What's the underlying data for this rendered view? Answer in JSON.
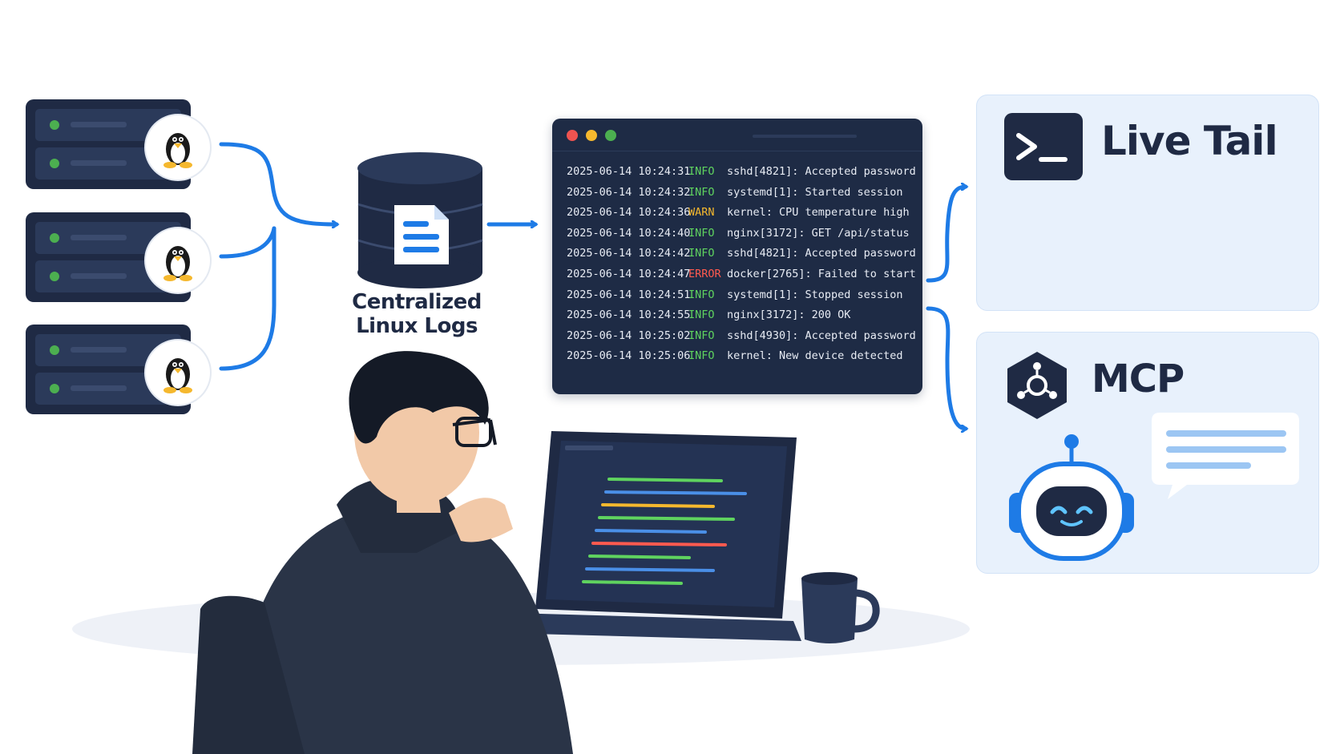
{
  "hub": {
    "caption_line1": "Centralized",
    "caption_line2": "Linux Logs"
  },
  "terminal": {
    "logs": [
      {
        "time": "2025-06-14 10:24:31",
        "level": "INFO",
        "message": "sshd[4821]: Accepted password"
      },
      {
        "time": "2025-06-14 10:24:32",
        "level": "INFO",
        "message": "systemd[1]: Started session"
      },
      {
        "time": "2025-06-14 10:24:36",
        "level": "WARN",
        "message": "kernel: CPU temperature high"
      },
      {
        "time": "2025-06-14 10:24:40",
        "level": "INFO",
        "message": "nginx[3172]: GET /api/status"
      },
      {
        "time": "2025-06-14 10:24:42",
        "level": "INFO",
        "message": "sshd[4821]: Accepted password"
      },
      {
        "time": "2025-06-14 10:24:47",
        "level": "ERROR",
        "message": "docker[2765]: Failed to start"
      },
      {
        "time": "2025-06-14 10:24:51",
        "level": "INFO",
        "message": "systemd[1]: Stopped session"
      },
      {
        "time": "2025-06-14 10:24:55",
        "level": "INFO",
        "message": "nginx[3172]: 200 OK"
      },
      {
        "time": "2025-06-14 10:25:02",
        "level": "INFO",
        "message": "sshd[4930]: Accepted password"
      },
      {
        "time": "2025-06-14 10:25:06",
        "level": "INFO",
        "message": "kernel: New device detected"
      }
    ]
  },
  "live_tail": {
    "title": "Live Tail",
    "icon": "terminal-prompt-icon"
  },
  "mcp": {
    "title": "MCP",
    "icon": "hexagon-network-icon",
    "agent_icon": "robot-icon"
  },
  "colors": {
    "navy": "#1f2a44",
    "accent_blue": "#1e7be6",
    "card_bg": "#e8f1fc",
    "info_green": "#5fd35f",
    "warn_amber": "#f5b82e",
    "error_red": "#ff5a4f"
  }
}
